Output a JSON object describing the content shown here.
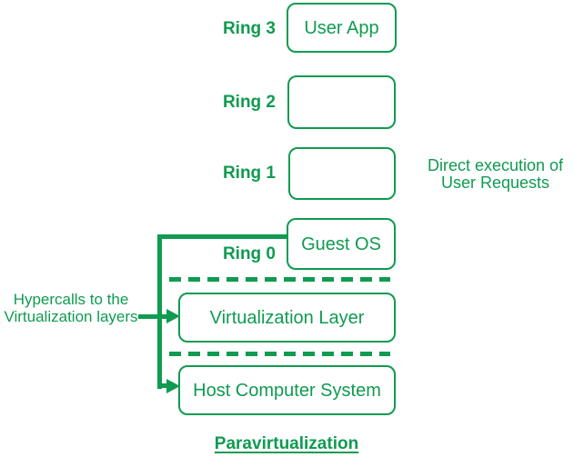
{
  "colors": {
    "green": "#0f9b50",
    "background": "#ffffff"
  },
  "rings": [
    {
      "label": "Ring 3",
      "box_text": "User App"
    },
    {
      "label": "Ring 2",
      "box_text": ""
    },
    {
      "label": "Ring 1",
      "box_text": ""
    },
    {
      "label": "Ring 0",
      "box_text": "Guest OS"
    }
  ],
  "layers": [
    {
      "box_text": "Virtualization Layer"
    },
    {
      "box_text": "Host Computer System"
    }
  ],
  "annotations": {
    "left_note_line1": "Hypercalls to the",
    "left_note_line2": "Virtualization layers",
    "right_note_line1": "Direct execution of",
    "right_note_line2": "User Requests"
  },
  "title": "Paravirtualization"
}
